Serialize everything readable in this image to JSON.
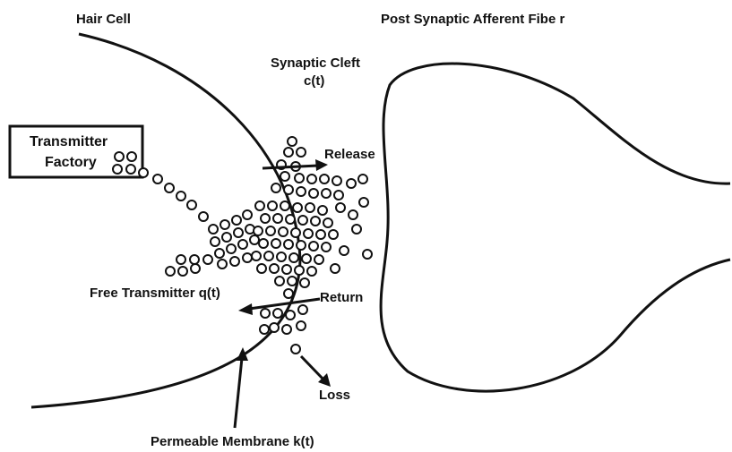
{
  "labels": {
    "hair_cell": "Hair Cell",
    "post_synaptic": "Post Synaptic Afferent Fibe r",
    "synaptic_cleft": "Synaptic Cleft",
    "cleft_concentration": "c(t)",
    "factory_line1": "Transmitter",
    "factory_line2": "Factory",
    "release": "Release",
    "return": "Return",
    "free_transmitter": "Free Transmitter q(t)",
    "loss": "Loss",
    "permeable_membrane": "Permeable Membrane k(t)"
  },
  "colors": {
    "ink": "#111111",
    "background": "#ffffff"
  }
}
